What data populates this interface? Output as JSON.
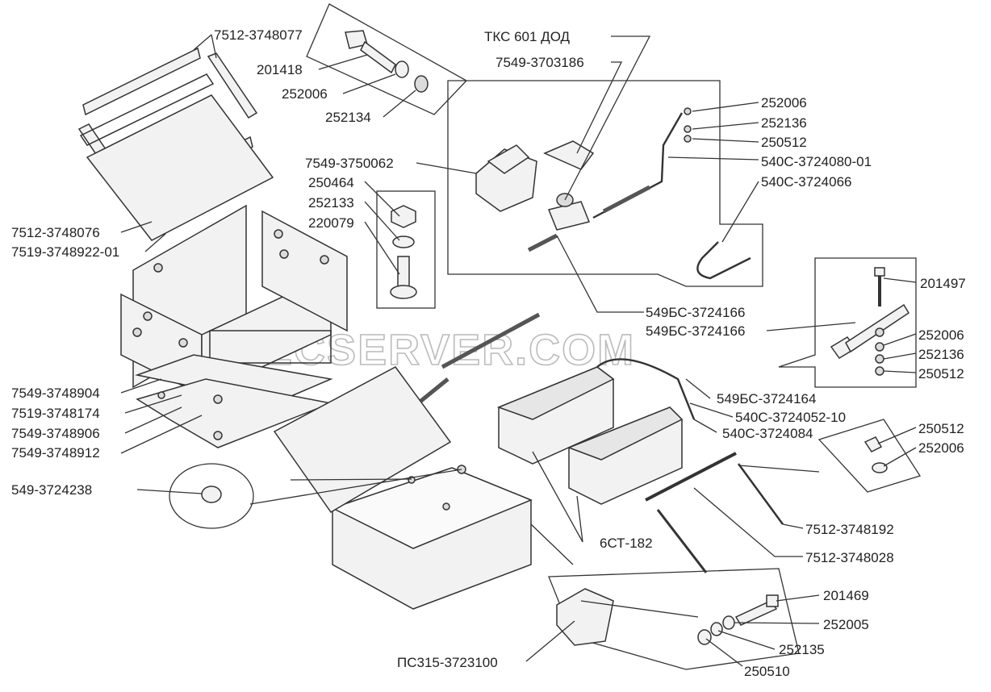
{
  "watermark": "SPECSERVER.COM",
  "labels": [
    {
      "id": "7512-3748077",
      "text": "7512-3748077"
    },
    {
      "id": "201418",
      "text": "201418"
    },
    {
      "id": "252006-a",
      "text": "252006"
    },
    {
      "id": "252134",
      "text": "252134"
    },
    {
      "id": "tks",
      "text": "ТКС 601 ДОД"
    },
    {
      "id": "7549-3703186",
      "text": "7549-3703186"
    },
    {
      "id": "252006-b",
      "text": "252006"
    },
    {
      "id": "252136-a",
      "text": "252136"
    },
    {
      "id": "250512-a",
      "text": "250512"
    },
    {
      "id": "540c-01",
      "text": "540С-3724080-01"
    },
    {
      "id": "540c-066",
      "text": "540С-3724066"
    },
    {
      "id": "7549-3750062",
      "text": "7549-3750062"
    },
    {
      "id": "250464",
      "text": "250464"
    },
    {
      "id": "252133",
      "text": "252133"
    },
    {
      "id": "220079",
      "text": "220079"
    },
    {
      "id": "7512-3748076",
      "text": "7512-3748076"
    },
    {
      "id": "7519-01",
      "text": "7519-3748922-01"
    },
    {
      "id": "201497",
      "text": "201497"
    },
    {
      "id": "549b-a",
      "text": "549БС-3724166"
    },
    {
      "id": "549b-b",
      "text": "549БС-3724166"
    },
    {
      "id": "252006-c",
      "text": "252006"
    },
    {
      "id": "252136-b",
      "text": "252136"
    },
    {
      "id": "250512-b",
      "text": "250512"
    },
    {
      "id": "7549-3748904",
      "text": "7549-3748904"
    },
    {
      "id": "7519-3748174",
      "text": "7519-3748174"
    },
    {
      "id": "7549-3748906",
      "text": "7549-3748906"
    },
    {
      "id": "7549-3748912",
      "text": "7549-3748912"
    },
    {
      "id": "549b-164",
      "text": "549БС-3724164"
    },
    {
      "id": "540c-052",
      "text": "540С-3724052-10"
    },
    {
      "id": "540c-084",
      "text": "540С-3724084"
    },
    {
      "id": "250512-c",
      "text": "250512"
    },
    {
      "id": "252006-d",
      "text": "252006"
    },
    {
      "id": "549-3724238",
      "text": "549-3724238"
    },
    {
      "id": "7512-3748192",
      "text": "7512-3748192"
    },
    {
      "id": "6ct",
      "text": "6СТ-182"
    },
    {
      "id": "7512-3748028",
      "text": "7512-3748028"
    },
    {
      "id": "201469",
      "text": "201469"
    },
    {
      "id": "252005",
      "text": "252005"
    },
    {
      "id": "252135",
      "text": "252135"
    },
    {
      "id": "250510",
      "text": "250510"
    },
    {
      "id": "pc315",
      "text": "ПС315-3723100"
    }
  ]
}
